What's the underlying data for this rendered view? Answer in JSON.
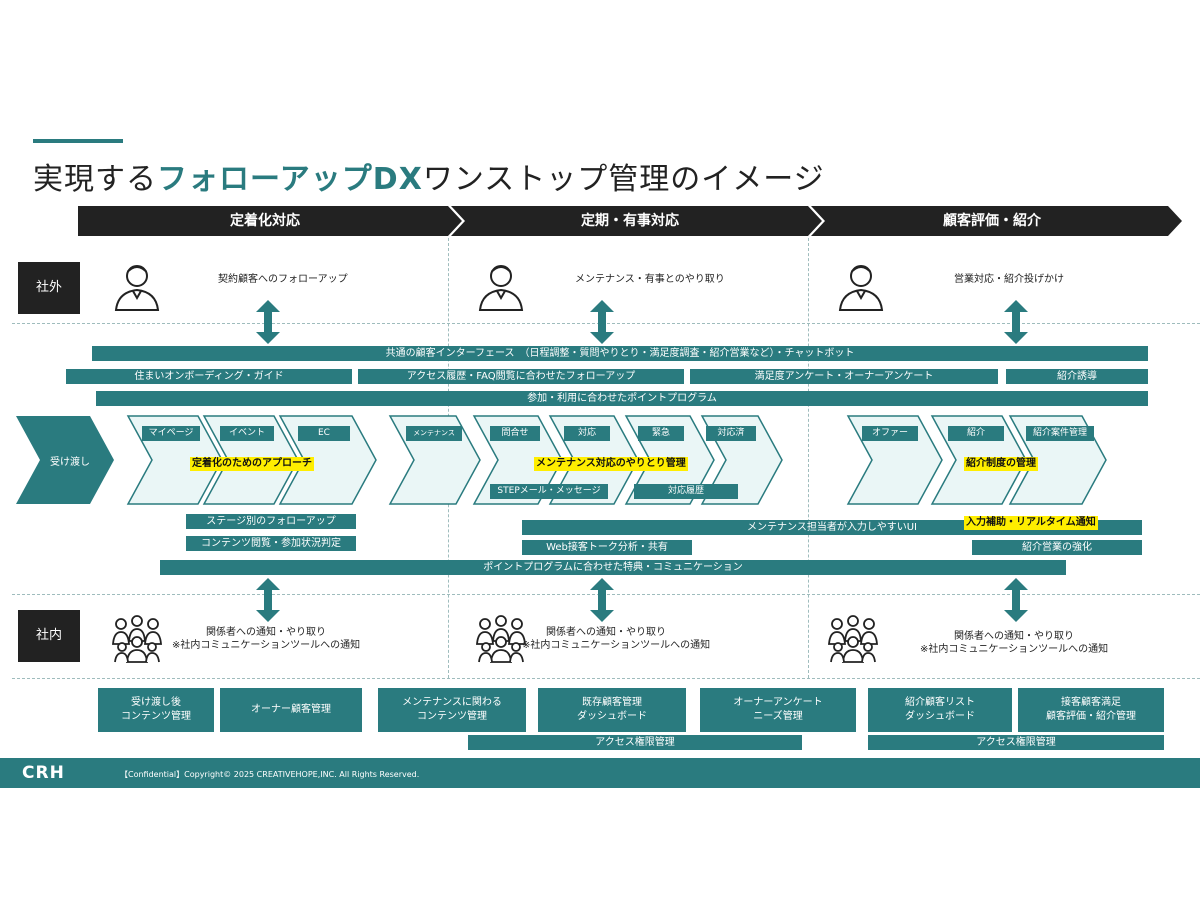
{
  "title": {
    "pre": "実現する",
    "accent": "フォローアップDX",
    "post": "ワンストップ管理のイメージ"
  },
  "phases": [
    "定着化対応",
    "定期・有事対応",
    "顧客評価・紹介"
  ],
  "side_labels": {
    "external": "社外",
    "internal": "社内"
  },
  "external_tasks": [
    "契約顧客へのフォローアップ",
    "メンテナンス・有事とのやり取り",
    "営業対応・紹介投げかけ"
  ],
  "shared_bars": {
    "interface": "共通の顧客インターフェース　（日程調整・質問やりとり・満足度調査・紹介営業など）・チャットボット",
    "onboarding": "住まいオンボーディング・ガイド",
    "access_history": "アクセス履歴・FAQ閲覧に合わせたフォローアップ",
    "survey": "満足度アンケート・オーナーアンケート",
    "referral_lead": "紹介誘導",
    "points": "参加・利用に合わせたポイントプログラム"
  },
  "handover": "受け渡し",
  "flow": {
    "stage1_steps": [
      "マイページ",
      "イベント",
      "EC"
    ],
    "stage1_highlight": "定着化のためのアプローチ",
    "maintenance_label": "メンテナンス",
    "stage2_steps": [
      "問合せ",
      "対応",
      "緊急",
      "対応済"
    ],
    "stage2_highlight": "メンテナンス対応のやりとり管理",
    "step_mail": "STEPメール・メッセージ",
    "history": "対応履歴",
    "stage3_steps": [
      "オファー",
      "紹介",
      "紹介案件管理"
    ],
    "stage3_highlight": "紹介制度の管理"
  },
  "lower_bars": {
    "stage_followup": "ステージ別のフォローアップ",
    "content_status": "コンテンツ閲覧・参加状況判定",
    "maintenance_ui": "メンテナンス担当者が入力しやすいUI",
    "input_assist": "入力補助・リアルタイム通知",
    "web_talk": "Web接客トーク分析・共有",
    "referral_sales": "紹介営業の強化",
    "benefits": "ポイントプログラムに合わせた特典・コミュニケーション"
  },
  "internal_notice": {
    "line1": "関係者への通知・やり取り",
    "line2": "※社内コミュニケーションツールへの通知"
  },
  "bottom_boxes": [
    {
      "l1": "受け渡し後",
      "l2": "コンテンツ管理"
    },
    {
      "l1": "オーナー顧客管理",
      "l2": ""
    },
    {
      "l1": "メンテナンスに関わる",
      "l2": "コンテンツ管理"
    },
    {
      "l1": "既存顧客管理",
      "l2": "ダッシュボード"
    },
    {
      "l1": "オーナーアンケート",
      "l2": "ニーズ管理"
    },
    {
      "l1": "紹介顧客リスト",
      "l2": "ダッシュボード"
    },
    {
      "l1": "接客顧客満足",
      "l2": "顧客評価・紹介管理"
    }
  ],
  "access_control": "アクセス権限管理",
  "footer": {
    "logo": "CRH",
    "copyright": "【Confidential】Copyright©  2025  CREATIVEHOPE,INC. All Rights Reserved."
  },
  "colors": {
    "teal": "#2a7b7f",
    "light_teal": "#eaf6f6",
    "dark": "#222222",
    "highlight": "#ffee00"
  }
}
